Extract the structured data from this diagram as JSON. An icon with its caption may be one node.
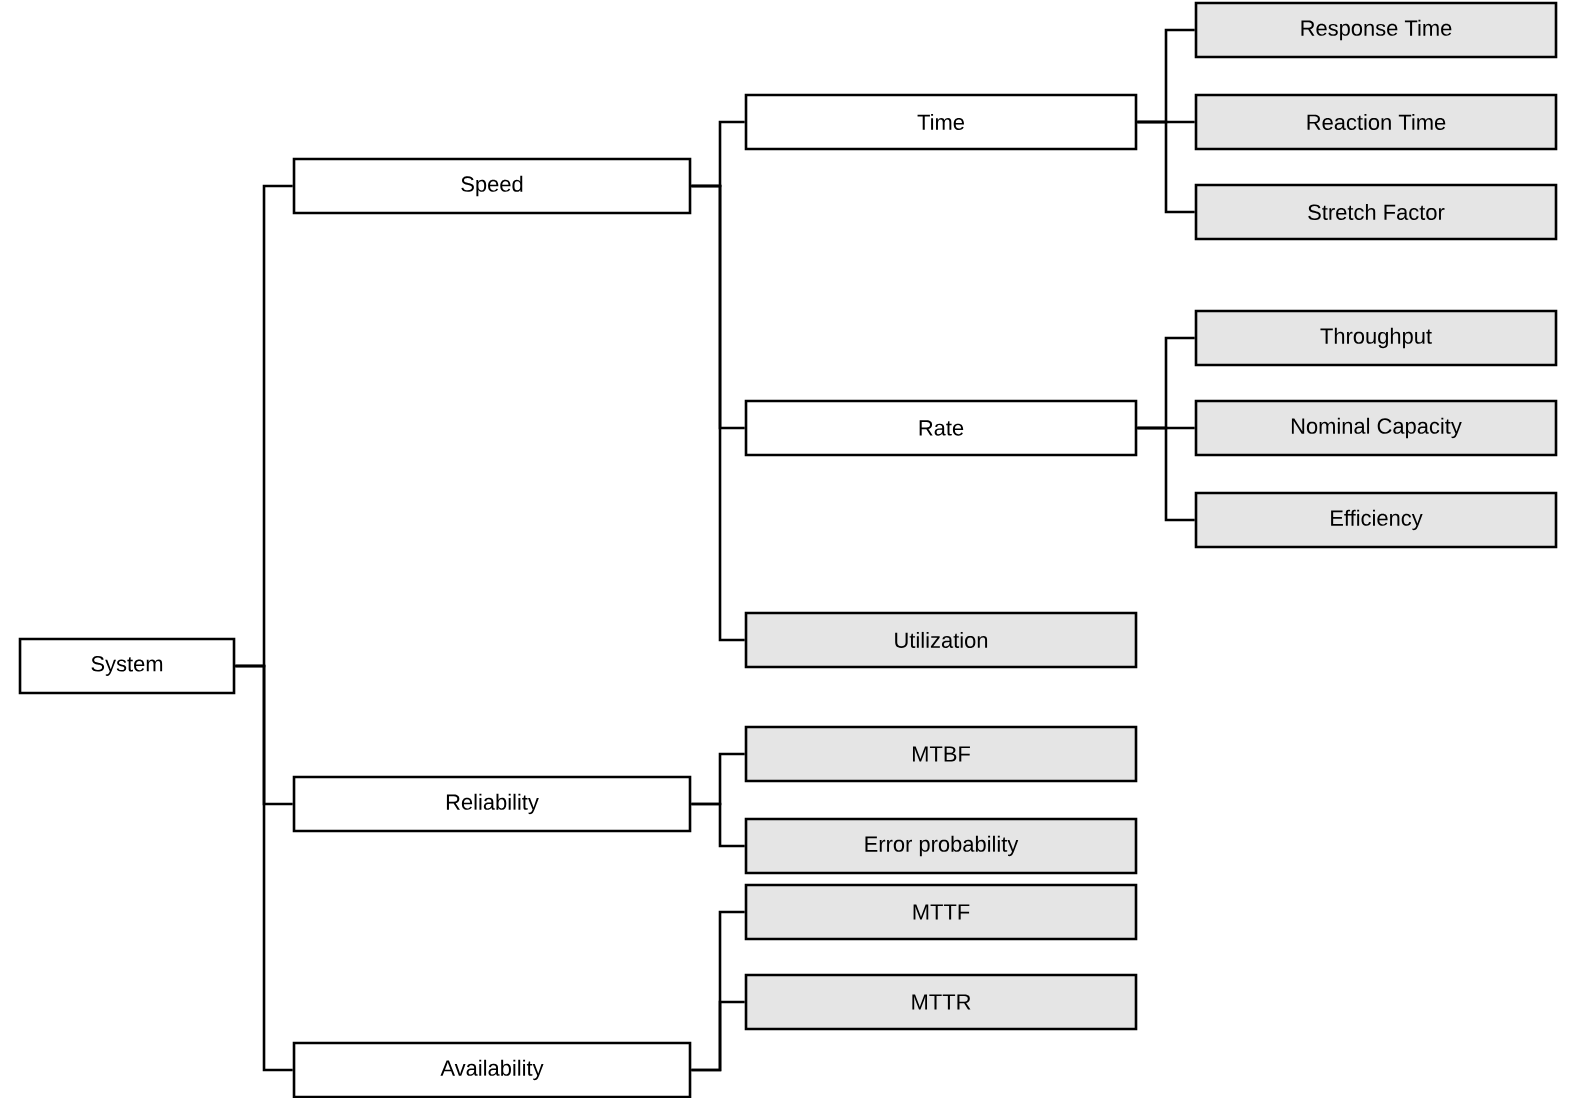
{
  "diagram": {
    "nodes": [
      {
        "text": [
          "System"
        ]
      },
      {
        "text": [
          "Speed"
        ]
      },
      {
        "text": [
          "Reliability"
        ]
      },
      {
        "text": [
          "Availability"
        ]
      },
      {
        "text": [
          "Time"
        ]
      },
      {
        "text": [
          "Rate"
        ]
      },
      {
        "text": [
          "Utilization"
        ]
      },
      {
        "text": [
          "MTBF"
        ]
      },
      {
        "text": [
          "Error probability"
        ]
      },
      {
        "text": [
          "MTTF"
        ]
      },
      {
        "text": [
          "MTTR"
        ]
      },
      {
        "text": [
          "Response Time"
        ]
      },
      {
        "text": [
          "Reaction Time"
        ]
      },
      {
        "text": [
          "Stretch Factor"
        ]
      },
      {
        "text": [
          "Throughput"
        ]
      },
      {
        "text": [
          "Nominal Capacity"
        ]
      },
      {
        "text": [
          "Efficiency"
        ]
      }
    ],
    "edges": [
      {
        "from": 0,
        "to": 1,
        "arrow": "none"
      },
      {
        "from": 0,
        "to": 2,
        "arrow": "none"
      },
      {
        "from": 0,
        "to": 3,
        "arrow": "none"
      },
      {
        "from": 1,
        "to": 4,
        "arrow": "none"
      },
      {
        "from": 1,
        "to": 5,
        "arrow": "none"
      },
      {
        "from": 1,
        "to": 6,
        "arrow": "none"
      },
      {
        "from": 2,
        "to": 7,
        "arrow": "none"
      },
      {
        "from": 2,
        "to": 8,
        "arrow": "none"
      },
      {
        "from": 3,
        "to": 9,
        "arrow": "none"
      },
      {
        "from": 3,
        "to": 10,
        "arrow": "none"
      },
      {
        "from": 4,
        "to": 11,
        "arrow": "none"
      },
      {
        "from": 4,
        "to": 12,
        "arrow": "none"
      },
      {
        "from": 4,
        "to": 13,
        "arrow": "none"
      },
      {
        "from": 5,
        "to": 14,
        "arrow": "none"
      },
      {
        "from": 5,
        "to": 15,
        "arrow": "none"
      },
      {
        "from": 5,
        "to": 16,
        "arrow": "none"
      }
    ]
  }
}
